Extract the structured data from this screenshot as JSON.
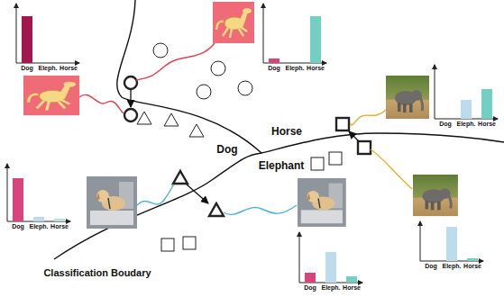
{
  "diagram": {
    "labels": [
      "Dog",
      "Eleph.",
      "Horse",
      "Dog",
      "Eleph.",
      "Horse",
      "Dog",
      "Horse",
      "Elephant",
      "Dog",
      "Eleph.",
      "Horse",
      "Dog",
      "Eleph.",
      "Horse",
      "Dog",
      "Eleph.",
      "Horse",
      "Classification Boudary",
      "Dog",
      "Eleph.",
      "Horse"
    ]
  }
}
